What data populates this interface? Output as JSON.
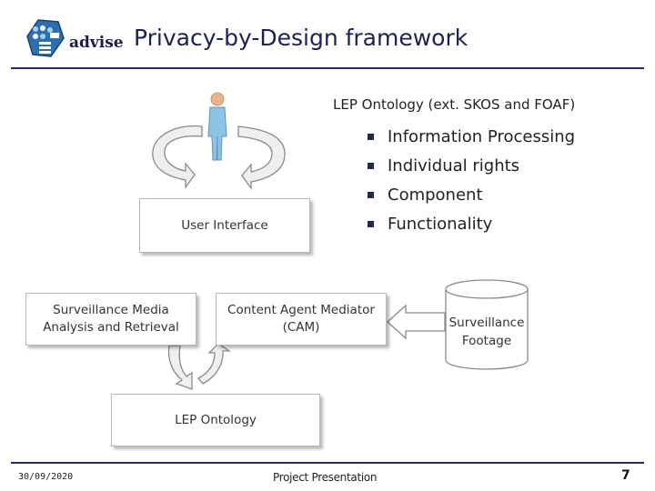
{
  "header": {
    "logo_text": "advise",
    "title": "Privacy-by-Design framework"
  },
  "ontology": {
    "label": "LEP Ontology (ext. SKOS and FOAF)",
    "bullets": [
      "Information Processing",
      "Individual rights",
      "Component",
      "Functionality"
    ]
  },
  "diagram": {
    "user_interface": "User Interface",
    "surveillance_media": [
      "Surveillance Media",
      "Analysis and Retrieval"
    ],
    "cam": [
      "Content Agent Mediator",
      "(CAM)"
    ],
    "footage": [
      "Surveillance",
      "Footage"
    ],
    "lep_ontology": "LEP Ontology"
  },
  "footer": {
    "date": "30/09/2020",
    "center": "Project Presentation",
    "page": "7"
  },
  "colors": {
    "title": "#1b2250",
    "rule": "#2a2a6a",
    "person": "#8fc3e6",
    "arrow_fill": "#efefef",
    "arrow_stroke": "#8a8a8a",
    "logo_blue": "#2f6fae"
  }
}
